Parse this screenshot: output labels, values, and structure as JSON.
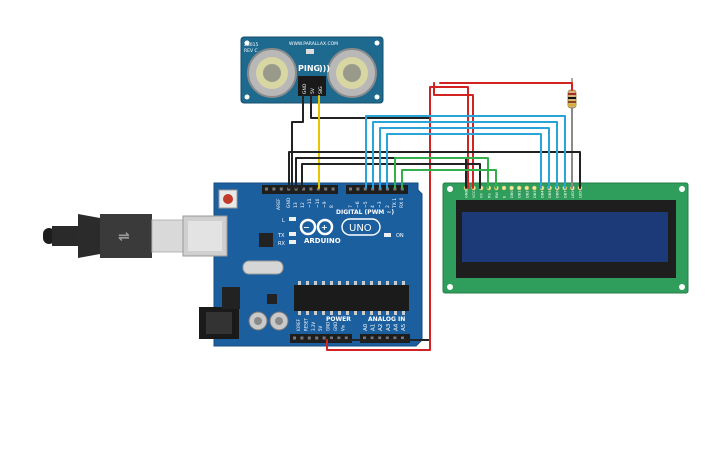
{
  "sensor": {
    "model_code": "28015",
    "rev": "REV C",
    "url": "WWW.PARALLAX.COM",
    "name": "PING",
    "pin_labels": [
      "GND",
      "5V",
      "SIG"
    ]
  },
  "arduino": {
    "brand": "ARDUINO",
    "model": "UNO",
    "digital_label": "DIGITAL (PWM ~)",
    "power_label": "POWER",
    "analog_label": "ANALOG IN",
    "on_label": "ON",
    "l_label": "L",
    "tx_label": "TX",
    "rx_label": "RX",
    "aref_label": "AREF",
    "gnd_label": "GND",
    "digital_pins": [
      "13",
      "12",
      "~11",
      "~10",
      "~9",
      "8",
      "7",
      "~6",
      "~5",
      "4",
      "~3",
      "2",
      "TX 1",
      "RX 0"
    ],
    "power_pins": [
      "IOREF",
      "RESET",
      "3.3V",
      "5V",
      "GND",
      "GND",
      "Vin"
    ],
    "analog_pins": [
      "A0",
      "A1",
      "A2",
      "A3",
      "A4",
      "A5"
    ]
  },
  "lcd": {
    "pin_labels": [
      "GND",
      "VCC",
      "V0",
      "RS",
      "RW",
      "E",
      "DB0",
      "DB1",
      "DB2",
      "DB3",
      "DB4",
      "DB5",
      "DB6",
      "DB7",
      "LED+",
      "LED-"
    ]
  },
  "colors": {
    "board": "#1c5f9e",
    "sensor_board": "#1e6a8f",
    "lcd_board": "#2f9e5c",
    "lcd_screen": "#1d3a78",
    "wire_black": "#222222",
    "wire_red": "#d22222",
    "wire_yellow": "#e5c600",
    "wire_blue": "#2aa4d8",
    "wire_green": "#34b04a"
  }
}
